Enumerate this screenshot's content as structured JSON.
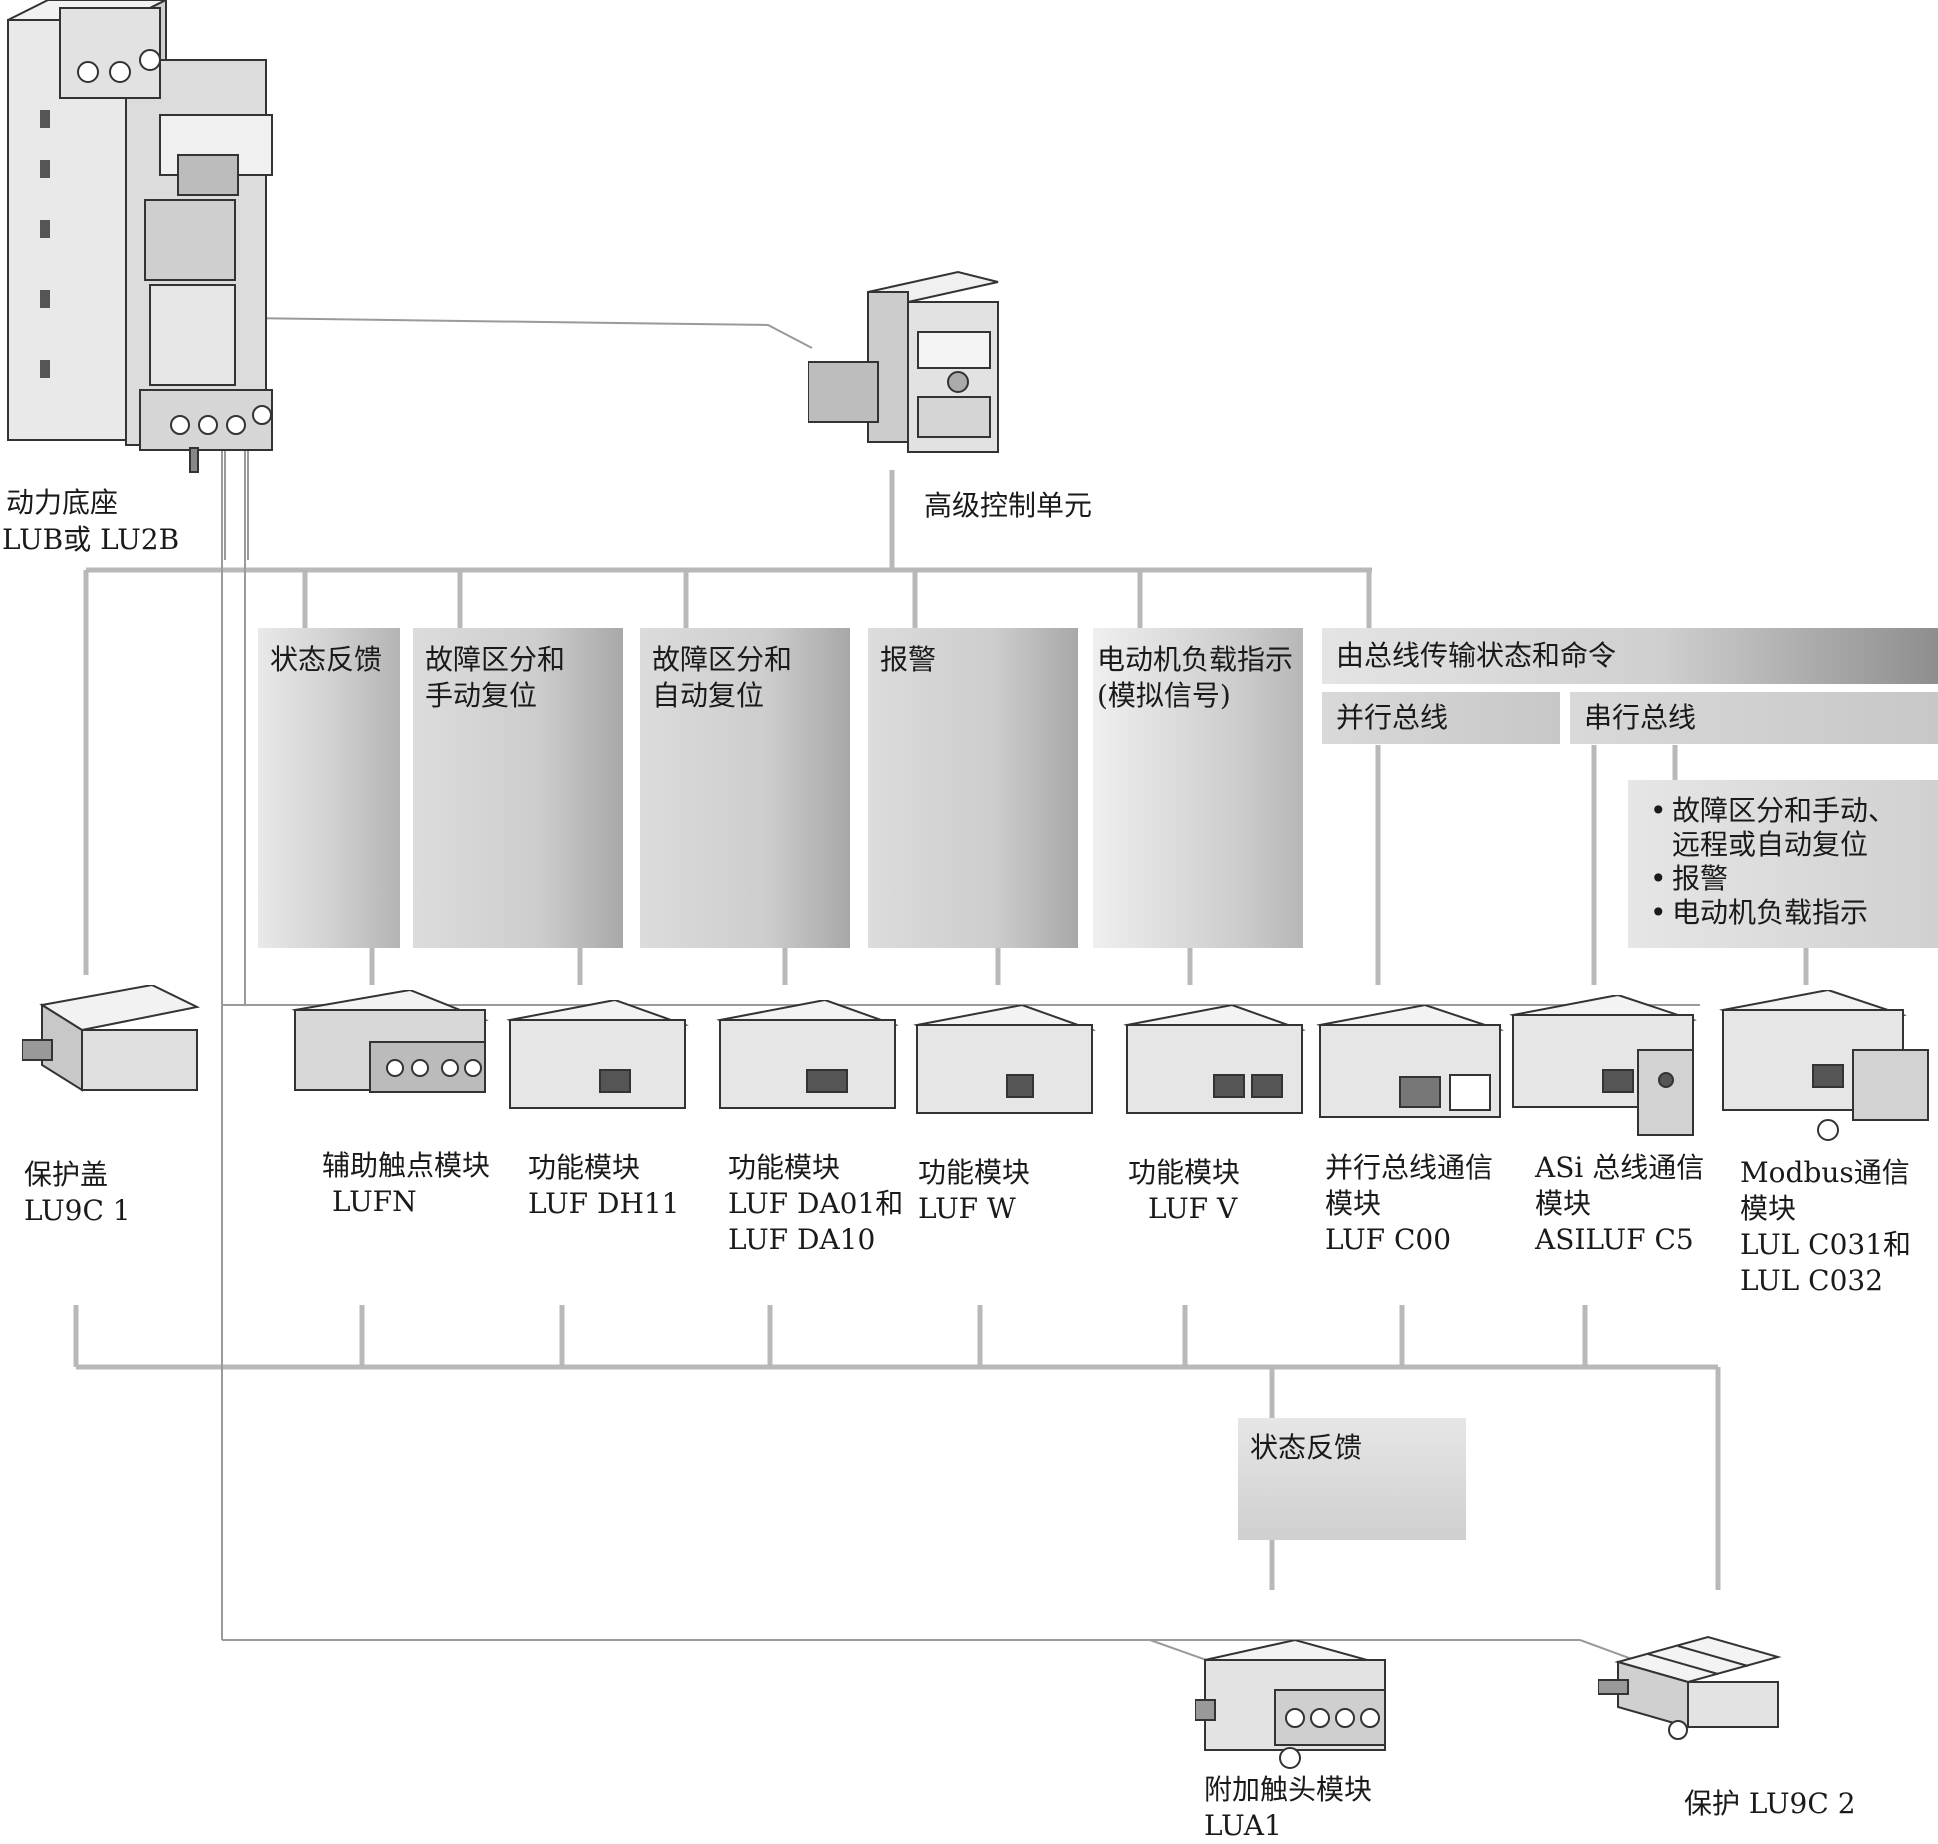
{
  "power_base": {
    "name": "动力底座",
    "model": "LUB或 LU2B"
  },
  "control_unit": {
    "name": "高级控制单元"
  },
  "function_boxes": [
    {
      "id": "status",
      "lines": [
        "状态反馈",
        ""
      ]
    },
    {
      "id": "fault-manual",
      "lines": [
        "故障区分和",
        "手动复位"
      ]
    },
    {
      "id": "fault-auto",
      "lines": [
        "故障区分和",
        "自动复位"
      ]
    },
    {
      "id": "alarm",
      "lines": [
        "报警",
        ""
      ]
    },
    {
      "id": "motor-load",
      "lines": [
        "电动机负载指示",
        "(模拟信号)"
      ]
    }
  ],
  "bus_section": {
    "title": "由总线传输状态和命令",
    "parallel": "并行总线",
    "serial": "串行总线",
    "features": [
      "故障区分和手动、",
      "远程或自动复位",
      "报警",
      "电动机负载指示"
    ]
  },
  "modules": [
    {
      "id": "cover1",
      "lines": [
        "保护盖",
        "LU9C 1"
      ]
    },
    {
      "id": "lufn",
      "lines": [
        "辅助触点模块",
        "LUFN"
      ]
    },
    {
      "id": "dh11",
      "lines": [
        "功能模块",
        "LUF DH11"
      ]
    },
    {
      "id": "da01",
      "lines": [
        "功能模块",
        "LUF DA01和",
        "LUF DA10"
      ]
    },
    {
      "id": "lufw",
      "lines": [
        "功能模块",
        "LUF W"
      ]
    },
    {
      "id": "lufv",
      "lines": [
        "功能模块",
        "LUF V"
      ]
    },
    {
      "id": "c00",
      "lines": [
        "并行总线通信",
        "模块",
        "LUF C00"
      ]
    },
    {
      "id": "asi",
      "lines": [
        "ASi 总线通信",
        "模块",
        "ASILUF  C5"
      ]
    },
    {
      "id": "modbus",
      "lines": [
        "Modbus通信",
        "模块",
        "LUL  C031和",
        "LUL C032"
      ]
    }
  ],
  "lower": {
    "status_box": "状态反馈",
    "contact_module": [
      "附加触头模块",
      "LUA1"
    ],
    "cover2": "保护 LU9C 2"
  }
}
